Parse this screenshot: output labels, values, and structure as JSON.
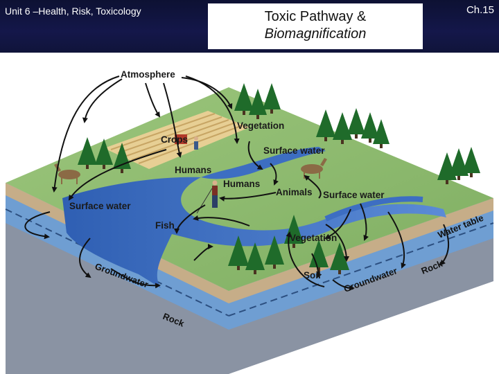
{
  "header": {
    "unit": "Unit 6 –Health, Risk, Toxicology",
    "title_line1": "Toxic Pathway &",
    "title_line2": "Biomagnification",
    "chapter": "Ch.15"
  },
  "labels": {
    "atmosphere": "Atmosphere",
    "crops": "Crops",
    "humans_1": "Humans",
    "humans_2": "Humans",
    "vegetation_1": "Vegetation",
    "vegetation_2": "Vegetation",
    "surface_water_1": "Surface water",
    "surface_water_2": "Surface water",
    "surface_water_3": "Surface water",
    "animals": "Animals",
    "fish": "Fish",
    "soil": "Soil",
    "groundwater_1": "Groundwater",
    "groundwater_2": "Groundwater",
    "rock_1": "Rock",
    "rock_2": "Rock",
    "water_table": "Water table"
  },
  "colors": {
    "header_bg": "#10143a",
    "grass": "#8dbb6e",
    "water": "#3d6ec2",
    "soil": "#c6ad88",
    "groundwater": "#6f9ed2",
    "rock": "#8a93a3"
  }
}
